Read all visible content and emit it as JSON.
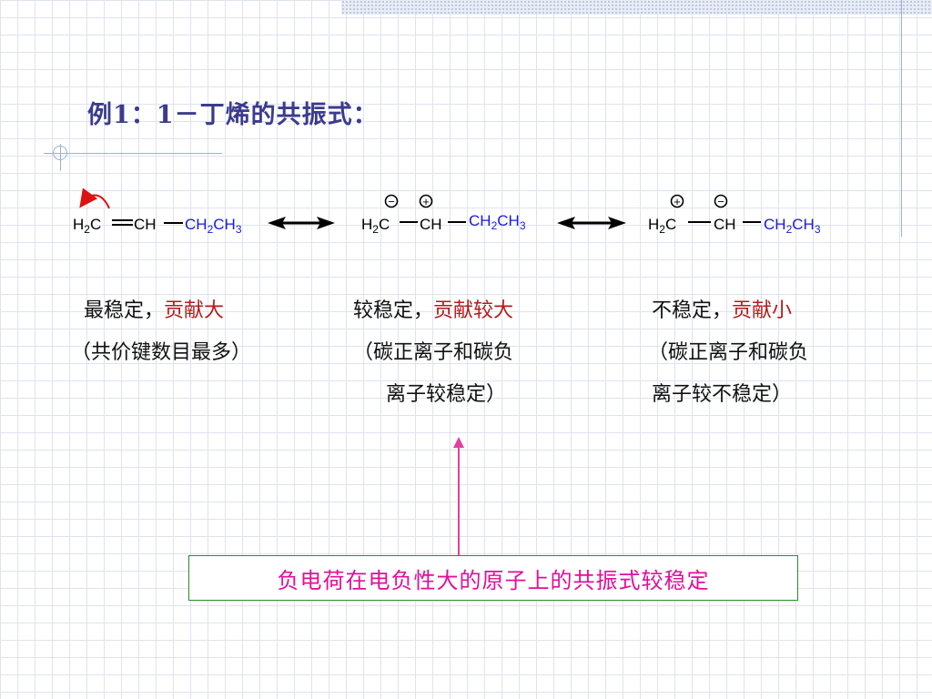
{
  "title": "例1：1－丁烯的共振式：",
  "structures": {
    "s1": {
      "h2c": "H",
      "sub2": "2",
      "c": "C",
      "ch": "CH",
      "ch2": "CH",
      "ch2sub": "2",
      "ch3": "CH",
      "ch3sub": "3"
    },
    "s2": {
      "h2c": "H",
      "sub2": "2",
      "c": "C",
      "ch": "CH",
      "ch2": "CH",
      "ch2sub": "2",
      "ch3": "CH",
      "ch3sub": "3",
      "charge_left": "−",
      "charge_right": "+"
    },
    "s3": {
      "h2c": "H",
      "sub2": "2",
      "c": "C",
      "ch": "CH",
      "ch2": "CH",
      "ch2sub": "2",
      "ch3": "CH",
      "ch3sub": "3",
      "charge_left": "+",
      "charge_right": "−"
    }
  },
  "descriptions": [
    {
      "line1_a": "最稳定，",
      "line1_b": "贡献大",
      "line2": "（共价键数目最多）",
      "line3": ""
    },
    {
      "line1_a": "较稳定，",
      "line1_b": "贡献较大",
      "line2": "（碳正离子和碳负",
      "line3": "离子较稳定）"
    },
    {
      "line1_a": "不稳定，",
      "line1_b": "贡献小",
      "line2": "（碳正离子和碳负",
      "line3": "离子较不稳定）"
    }
  ],
  "conclusion": "负电荷在电负性大的原子上的共振式较稳定",
  "colors": {
    "title": "#3b3b8f",
    "blue_group": "#1a1ad8",
    "red_text": "#b31b1b",
    "conclusion_text": "#e0109a",
    "conclusion_border": "#2a8a2a"
  }
}
